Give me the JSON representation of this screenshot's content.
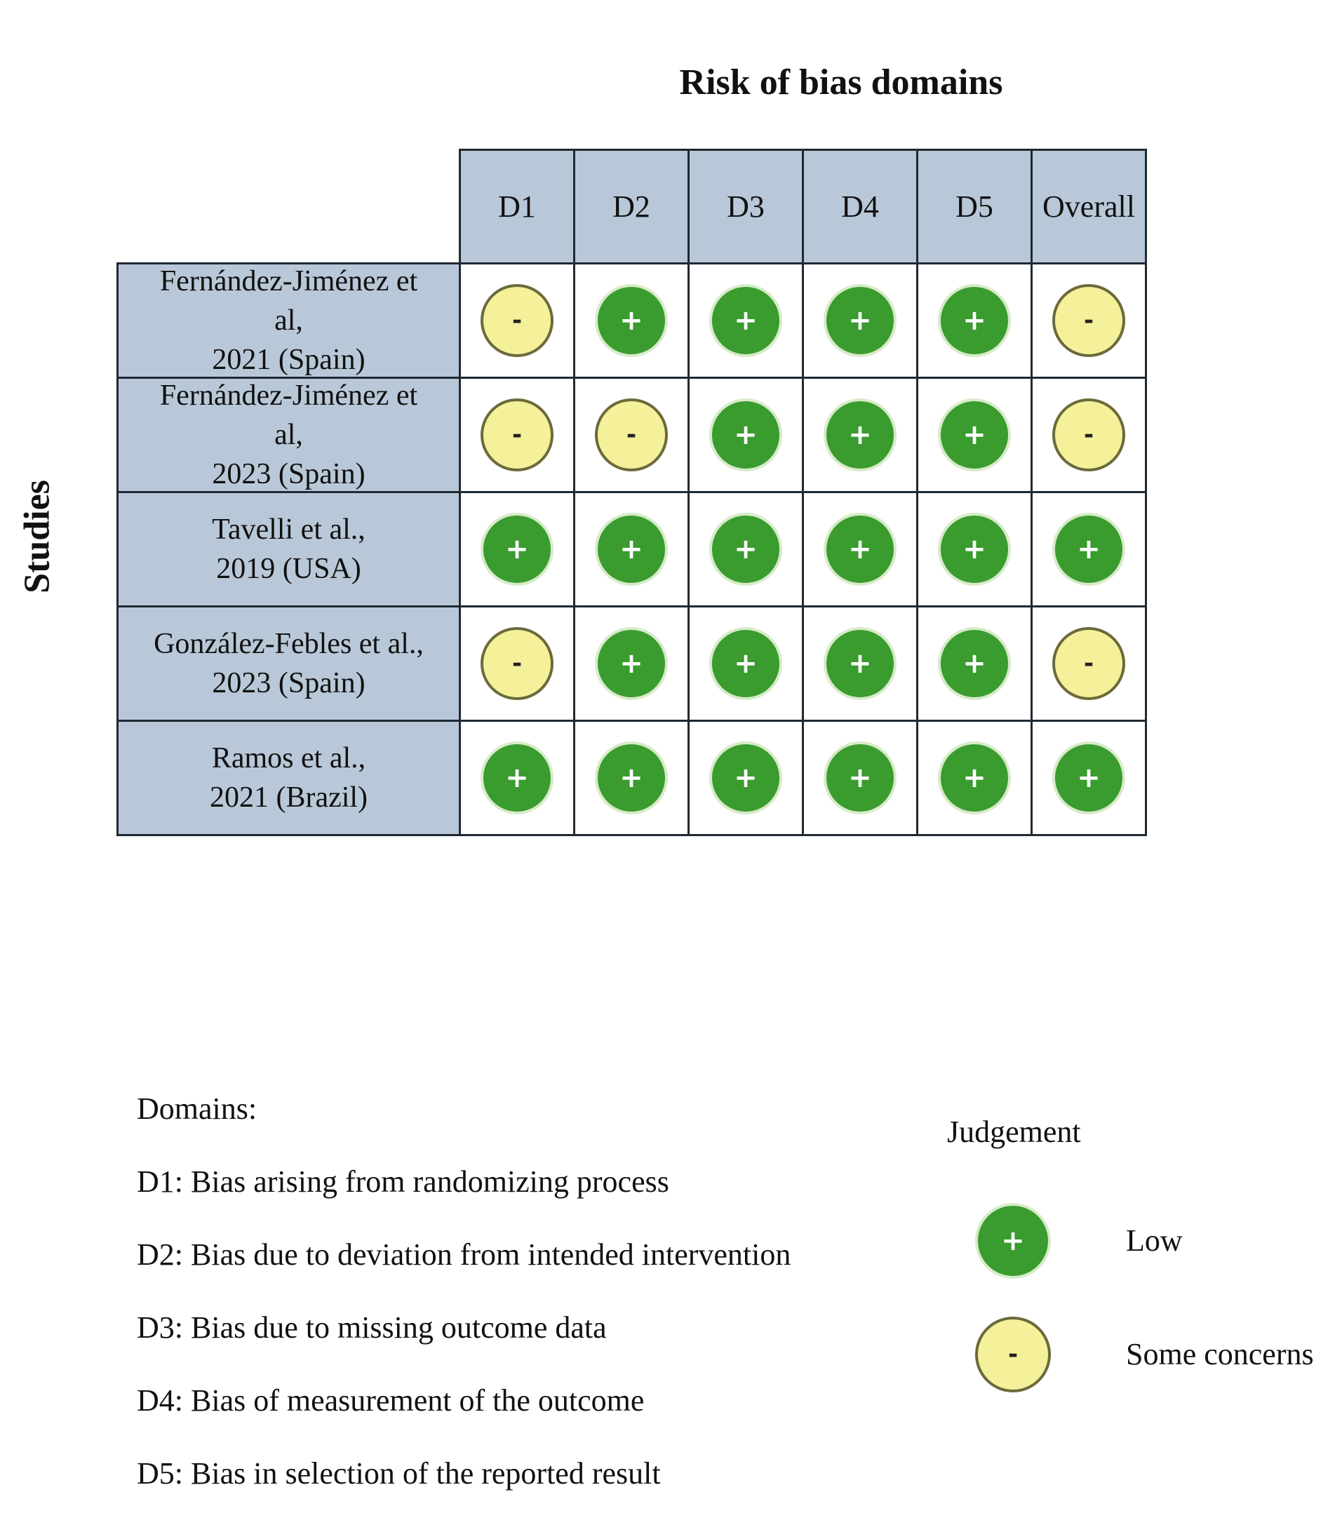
{
  "title": "Risk of bias domains",
  "axis_label": "Studies",
  "columns": [
    "D1",
    "D2",
    "D3",
    "D4",
    "D5",
    "Overall"
  ],
  "studies": [
    {
      "lines": [
        "Fernández-Jiménez  et",
        "al,",
        "2021 (Spain)"
      ],
      "judgements": [
        "some",
        "low",
        "low",
        "low",
        "low",
        "some"
      ]
    },
    {
      "lines": [
        "Fernández-Jiménez et",
        "al,",
        "2023 (Spain)"
      ],
      "judgements": [
        "some",
        "some",
        "low",
        "low",
        "low",
        "some"
      ]
    },
    {
      "lines": [
        "Tavelli et al.,",
        "2019 (USA)"
      ],
      "judgements": [
        "low",
        "low",
        "low",
        "low",
        "low",
        "low"
      ]
    },
    {
      "lines": [
        "González-Febles et al.,",
        "2023 (Spain)"
      ],
      "judgements": [
        "some",
        "low",
        "low",
        "low",
        "low",
        "some"
      ]
    },
    {
      "lines": [
        "Ramos et al.,",
        "2021 (Brazil)"
      ],
      "judgements": [
        "low",
        "low",
        "low",
        "low",
        "low",
        "low"
      ]
    }
  ],
  "judgement_levels": {
    "low": {
      "symbol": "+",
      "label": "Low",
      "color": "#3a9b2f"
    },
    "some": {
      "symbol": "-",
      "label": "Some concerns",
      "color": "#f5f09a"
    }
  },
  "domains": {
    "heading": "Domains:",
    "items": [
      "D1: Bias arising from randomizing process",
      "D2: Bias due to deviation from intended intervention",
      "D3: Bias due to missing outcome data",
      "D4: Bias of measurement of the outcome",
      "D5: Bias in selection of the reported result"
    ]
  },
  "legend": {
    "title": "Judgement",
    "order": [
      "low",
      "some"
    ]
  }
}
